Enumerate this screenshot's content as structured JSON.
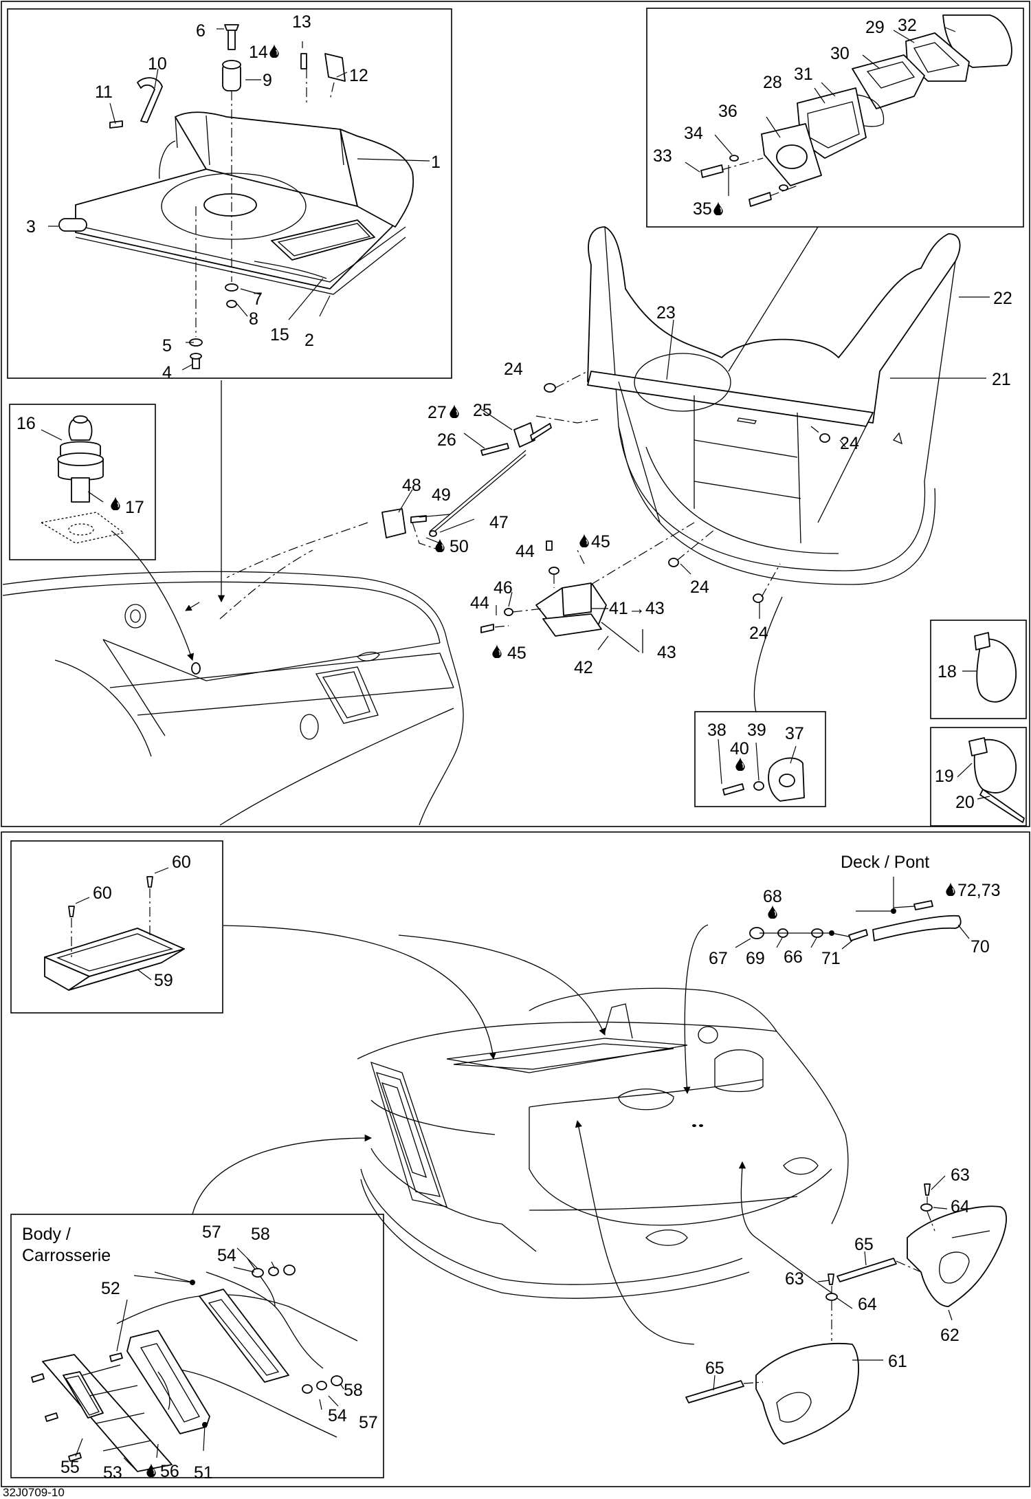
{
  "labels": {
    "n1": "1",
    "n2": "2",
    "n3": "3",
    "n4": "4",
    "n5": "5",
    "n6": "6",
    "n7": "7",
    "n8": "8",
    "n9": "9",
    "n10": "10",
    "n11": "11",
    "n12": "12",
    "n13": "13",
    "n14": "14",
    "n15": "15",
    "n16": "16",
    "n17": "17",
    "n18": "18",
    "n19": "19",
    "n20": "20",
    "n21": "21",
    "n22": "22",
    "n23": "23",
    "n24": "24",
    "n25": "25",
    "n26": "26",
    "n27": "27",
    "n28": "28",
    "n29": "29",
    "n30": "30",
    "n31": "31",
    "n32": "32",
    "n33": "33",
    "n34": "34",
    "n35": "35",
    "n36": "36",
    "n37": "37",
    "n38": "38",
    "n39": "39",
    "n40": "40",
    "n41": "41",
    "n42": "42",
    "n43": "43",
    "n44": "44",
    "n45": "45",
    "n46": "46",
    "n47": "47",
    "n48": "48",
    "n49": "49",
    "n50": "50",
    "n51": "51",
    "n52": "52",
    "n53": "53",
    "n54": "54",
    "n55": "55",
    "n56": "56",
    "n57": "57",
    "n58": "58",
    "n59": "59",
    "n60": "60",
    "n61": "61",
    "n62": "62",
    "n63": "63",
    "n64": "64",
    "n65": "65",
    "n66": "66",
    "n67": "67",
    "n68": "68",
    "n69": "69",
    "n70": "70",
    "n71": "71",
    "n72_73": "72,73"
  },
  "callouts": {
    "arrow_41_43": "→43",
    "deck": "Deck / Pont",
    "body": "Body /",
    "carrosserie": "Carrosserie"
  },
  "footer": {
    "drawing_code": "32J0709-10"
  },
  "icons": {
    "drop": "oil-drop-icon",
    "arrow": "arrow-right-icon"
  }
}
